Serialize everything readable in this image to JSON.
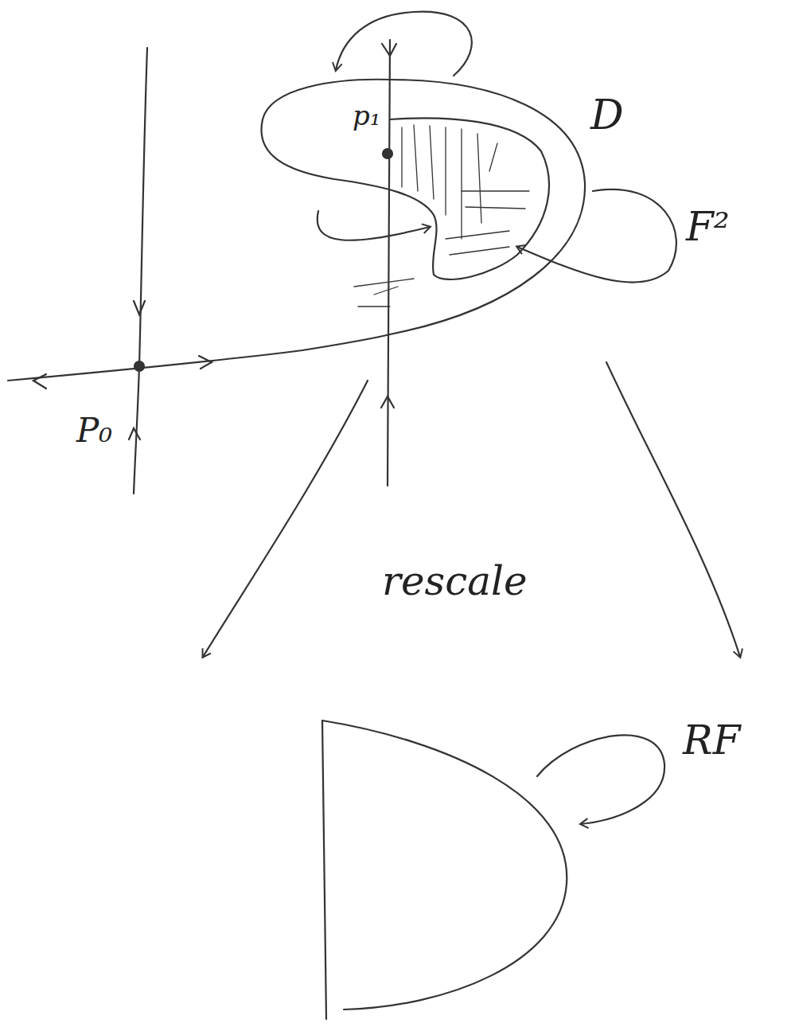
{
  "diagram": {
    "labels": [
      "p₁",
      "D",
      "F²",
      "P₀",
      "rescale",
      "RF"
    ]
  }
}
